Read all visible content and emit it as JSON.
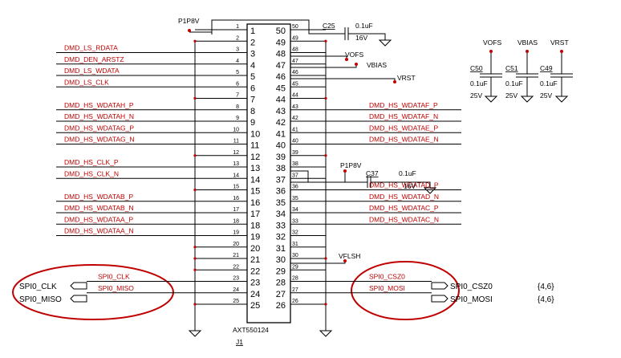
{
  "connector": {
    "ref": "J1",
    "part": "AXT550124",
    "left_inner": [
      "1",
      "2",
      "3",
      "4",
      "5",
      "6",
      "7",
      "8",
      "9",
      "10",
      "11",
      "12",
      "13",
      "14",
      "15",
      "16",
      "17",
      "18",
      "19",
      "20",
      "21",
      "22",
      "23",
      "24",
      "25"
    ],
    "right_inner": [
      "50",
      "49",
      "48",
      "47",
      "46",
      "45",
      "44",
      "43",
      "42",
      "41",
      "40",
      "39",
      "38",
      "37",
      "36",
      "35",
      "34",
      "33",
      "32",
      "31",
      "30",
      "29",
      "28",
      "27",
      "26"
    ]
  },
  "left_nets": {
    "3": "DMD_LS_RDATA",
    "4": "DMD_DEN_ARSTZ",
    "5": "DMD_LS_WDATA",
    "6": "DMD_LS_CLK",
    "8": "DMD_HS_WDATAH_P",
    "9": "DMD_HS_WDATAH_N",
    "10": "DMD_HS_WDATAG_P",
    "11": "DMD_HS_WDATAG_N",
    "13": "DMD_HS_CLK_P",
    "14": "DMD_HS_CLK_N",
    "16": "DMD_HS_WDATAB_P",
    "17": "DMD_HS_WDATAB_N",
    "18": "DMD_HS_WDATAA_P",
    "19": "DMD_HS_WDATAA_N",
    "23": "SPI0_CLK",
    "24": "SPI0_MISO"
  },
  "right_nets": {
    "43": "DMD_HS_WDATAF_P",
    "42": "DMD_HS_WDATAF_N",
    "41": "DMD_HS_WDATAE_P",
    "40": "DMD_HS_WDATAE_N",
    "36": "DMD_HS_WDATAD_P",
    "35": "DMD_HS_WDATAD_N",
    "34": "DMD_HS_WDATAC_P",
    "33": "DMD_HS_WDATAC_N",
    "28": "SPI0_CSZ0",
    "27": "SPI0_MOSI"
  },
  "power_labels": {
    "p1p8v_top": "P1P8V",
    "p1p8v_mid": "P1P8V",
    "vofs": "VOFS",
    "vbias": "VBIAS",
    "vrst": "VRST",
    "vflsh": "VFLSH",
    "cap_vofs": "VOFS",
    "cap_vbias": "VBIAS",
    "cap_vrst": "VRST"
  },
  "caps": {
    "c25": {
      "ref": "C25",
      "value": "0.1uF",
      "voltage": "16V"
    },
    "c37": {
      "ref": "C37",
      "value": "0.1uF",
      "voltage": "16V"
    },
    "c50": {
      "ref": "C50",
      "value": "0.1uF",
      "voltage": "25V"
    },
    "c51": {
      "ref": "C51",
      "value": "0.1uF",
      "voltage": "25V"
    },
    "c49": {
      "ref": "C49",
      "value": "0.1uF",
      "voltage": "25V"
    }
  },
  "ports": {
    "spi0_clk": "SPI0_CLK",
    "spi0_miso": "SPI0_MISO",
    "spi0_csz0": "SPI0_CSZ0",
    "spi0_mosi": "SPI0_MOSI",
    "ref_csz0": "{4,6}",
    "ref_mosi": "{4,6}"
  },
  "colors": {
    "net_label": "#c00000",
    "highlight": "#c00000",
    "wire": "#000000"
  }
}
